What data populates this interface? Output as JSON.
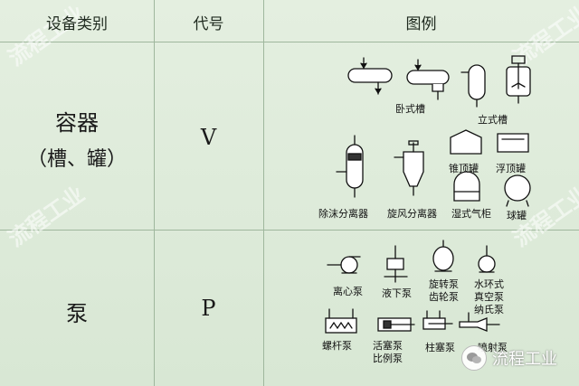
{
  "header": {
    "col1": "设备类别",
    "col2": "代号",
    "col3": "图例"
  },
  "rows": [
    {
      "category_line1": "容器",
      "category_line2": "（槽、罐）",
      "code": "V",
      "legend": [
        "卧式槽",
        "立式槽",
        "锥顶罐",
        "浮顶罐",
        "除沫分离器",
        "旋风分离器",
        "湿式气柜",
        "球罐"
      ]
    },
    {
      "category_line1": "泵",
      "code": "P",
      "legend": [
        "离心泵",
        "液下泵",
        "旋转泵",
        "齿轮泵",
        "水环式",
        "真空泵",
        "纳氏泵",
        "螺杆泵",
        "活塞泵",
        "比例泵",
        "柱塞泵",
        "喷射泵"
      ]
    }
  ],
  "watermark": "流程工业",
  "logo": {
    "text": "流程工业",
    "icon": "wechat-icon"
  }
}
